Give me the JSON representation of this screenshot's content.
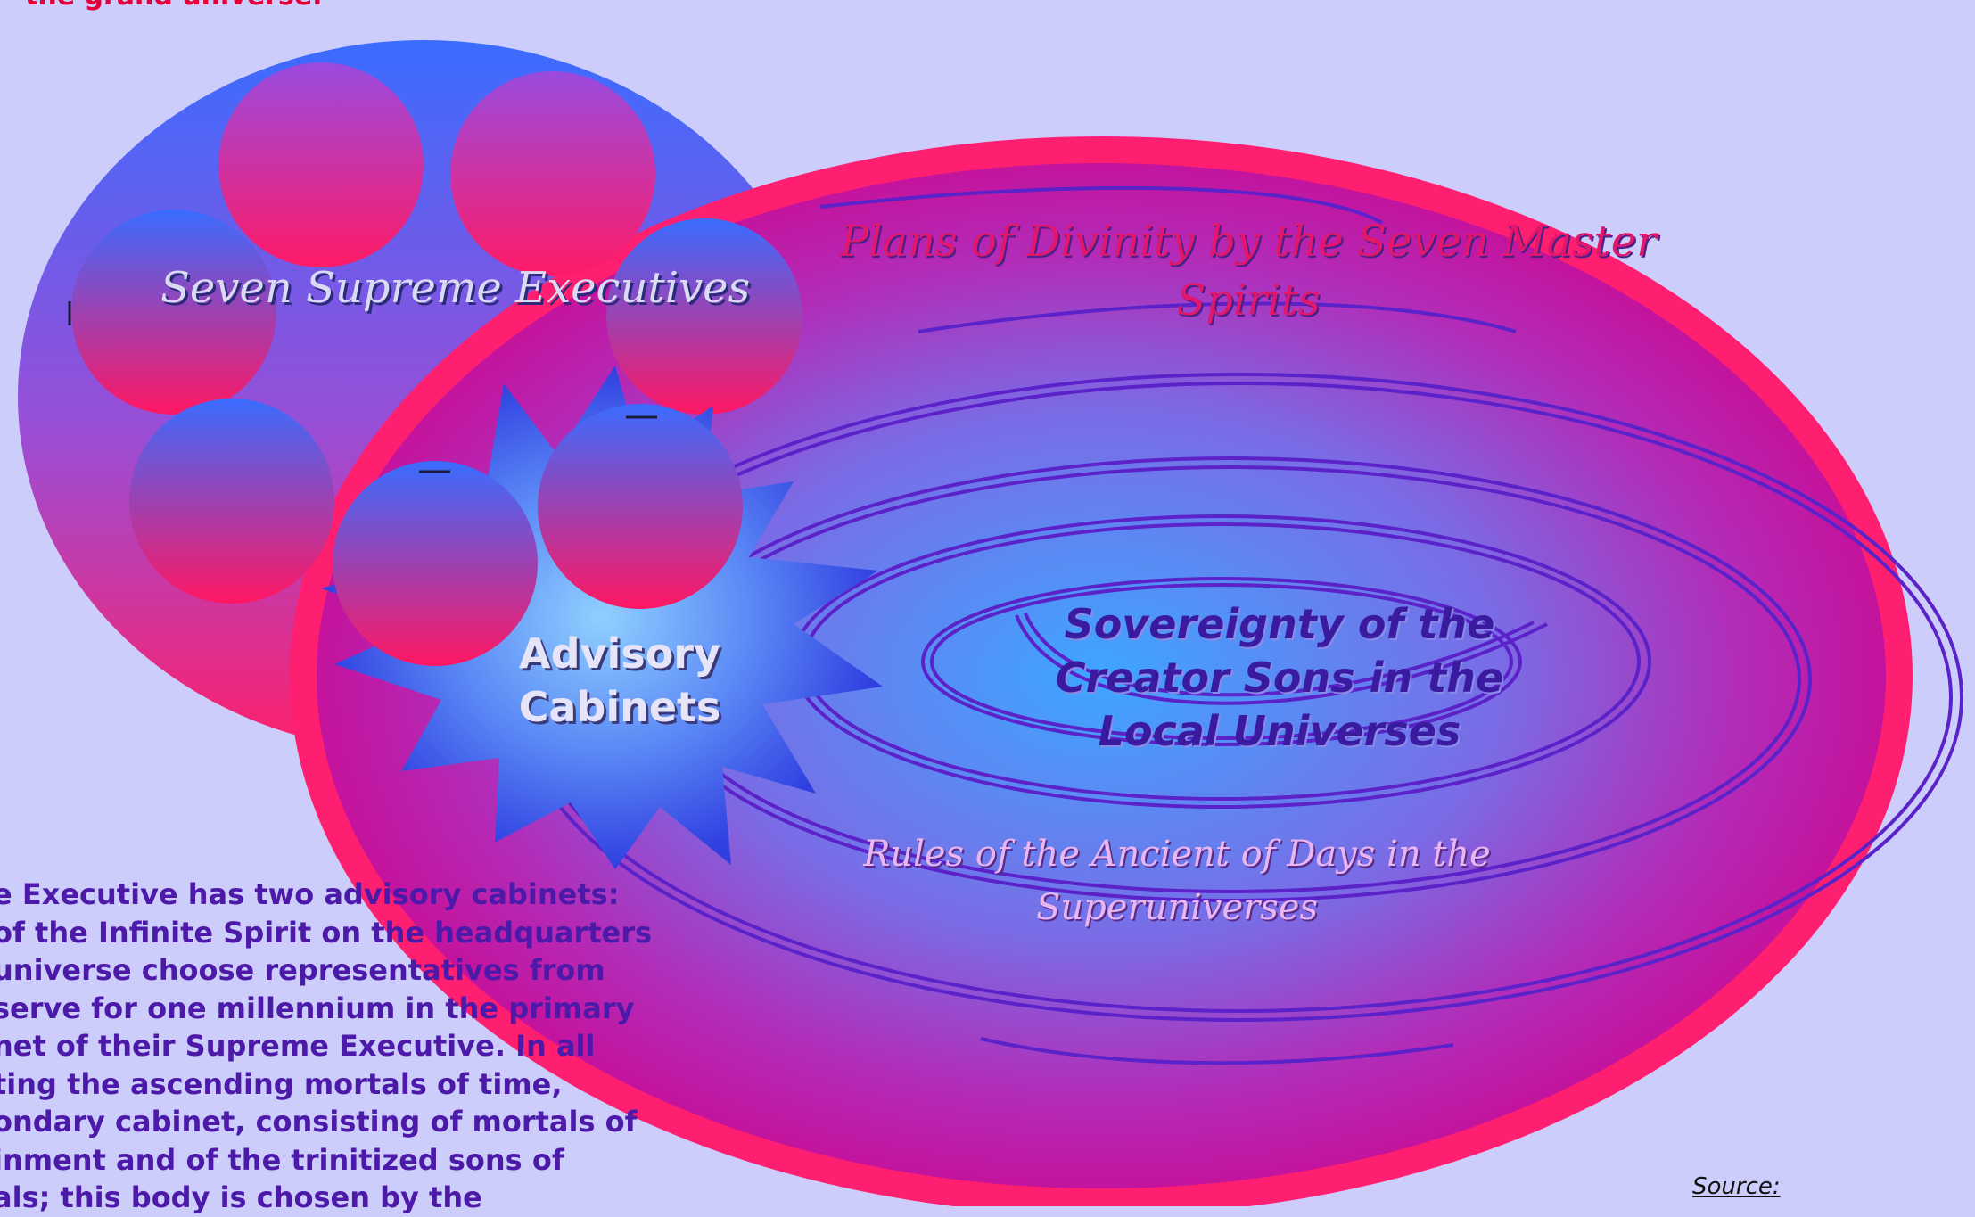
{
  "top_caption": "the grand universe.",
  "labels": {
    "plans": "Plans of Divinity by the Seven Master Spirits",
    "executives": "Seven Supreme Executives",
    "cabinets": "Advisory Cabinets",
    "sovereignty": "Sovereignty of the Creator Sons in the Local Universes",
    "rules": "Rules of the Ancient of Days in the Superuniverses"
  },
  "description_lines": [
    "e Executive has two advisory cabinets:",
    "of the Infinite Spirit on the headquarters",
    "universe choose representatives from",
    " serve for one millennium in the primary",
    "net of their Supreme Executive. In all",
    "ting the ascending mortals of time,",
    "ondary cabinet, consisting of mortals of",
    "inment and of the trinitized sons of",
    "als; this body is chosen by the"
  ],
  "source_label": "Source:",
  "colors": {
    "background": "#cccdfa",
    "accent_red": "#e0003a",
    "magenta": "#ff1f70",
    "blue": "#3a6cff",
    "spiral": "#5a22c8",
    "text_purple": "#4c19a8"
  }
}
